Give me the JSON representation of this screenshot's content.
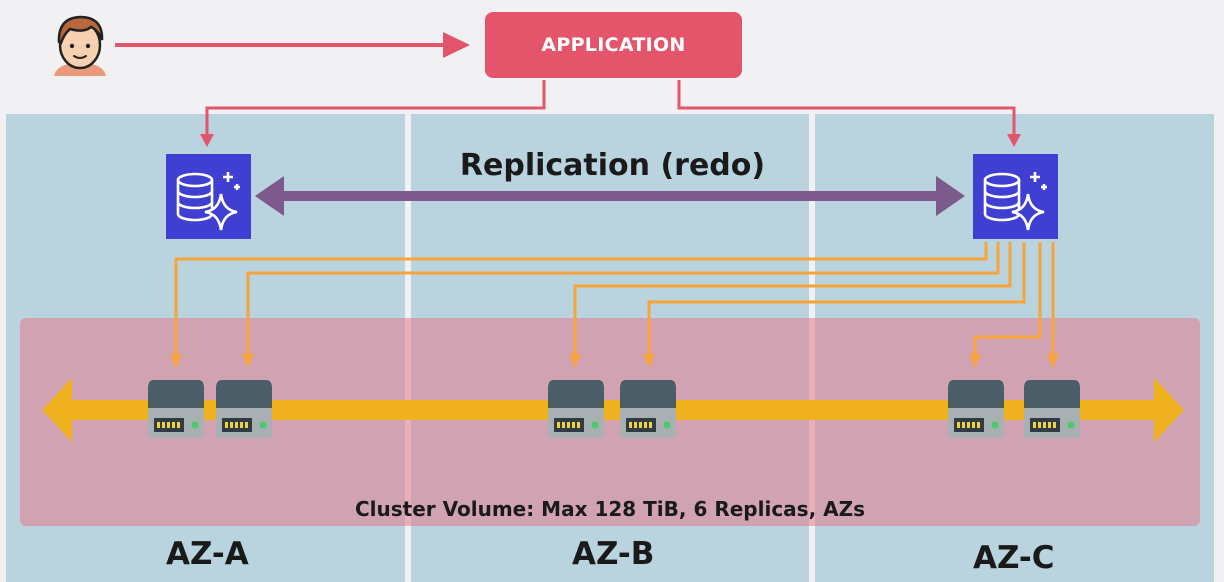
{
  "application": {
    "label": "APPLICATION"
  },
  "replication": {
    "label": "Replication (redo)"
  },
  "cluster_volume": {
    "label": "Cluster Volume: Max 128 TiB, 6 Replicas, AZs"
  },
  "availability_zones": [
    {
      "label": "AZ-A"
    },
    {
      "label": "AZ-B"
    },
    {
      "label": "AZ-C"
    }
  ],
  "icons": {
    "user": "user-avatar-icon",
    "database": "aurora-database-icon",
    "storage": "storage-disk-icon"
  },
  "colors": {
    "application": "#e4556c",
    "app_arrows": "#e4556c",
    "replication_arrow": "#7d5a8c",
    "storage_links": "#f7a53a",
    "cluster_bus": "#f0b11e",
    "database_icon": "#3f3fd1",
    "az_column": "#b9d4df",
    "cluster_volume": "#e6788c"
  }
}
